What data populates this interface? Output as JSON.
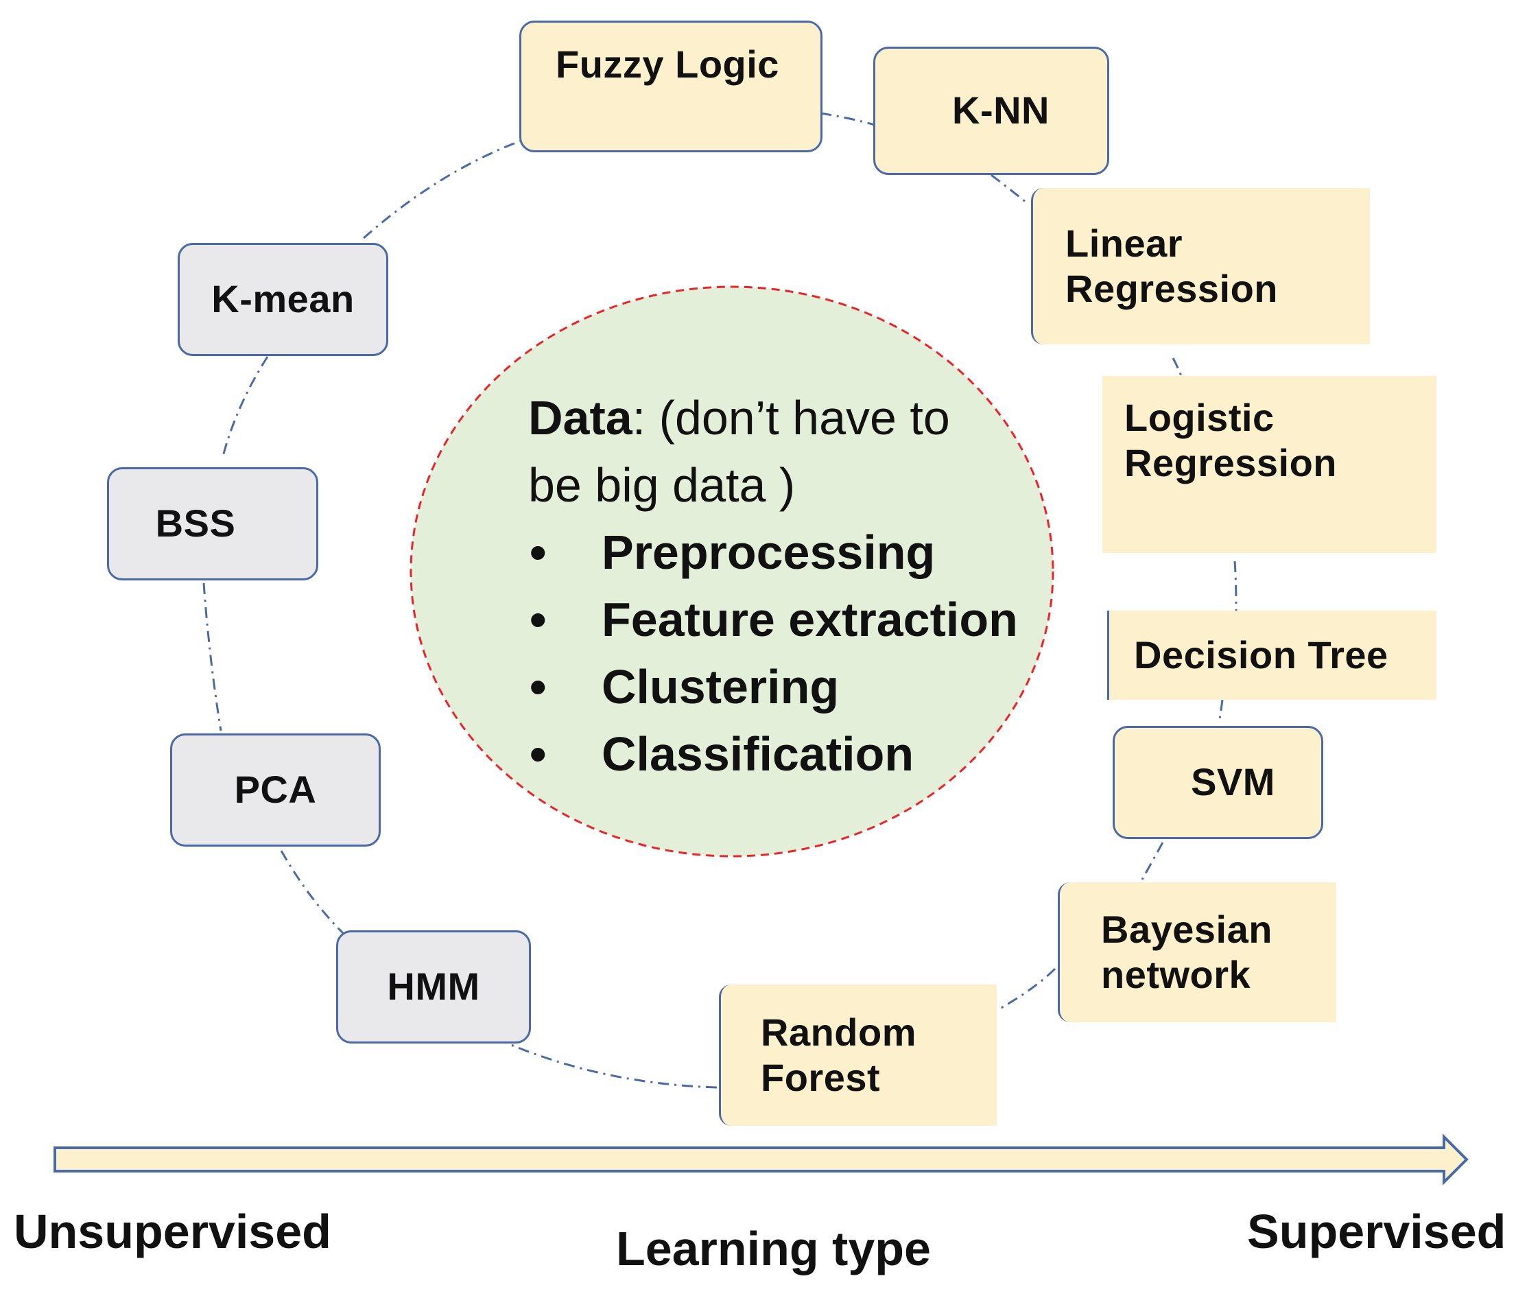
{
  "center": {
    "intro_bold": "Data",
    "intro_rest": ": (don’t have to",
    "intro_line2": "be big data )",
    "bullet_symbol": "•",
    "bullets": [
      "Preprocessing",
      "Feature extraction",
      "Clustering",
      "Classification"
    ]
  },
  "unsupervised_methods": [
    "K-mean",
    "BSS",
    "PCA",
    "HMM"
  ],
  "shared_method": "Fuzzy Logic",
  "supervised_methods": {
    "knn": "K-NN",
    "linear_regression": [
      "Linear",
      "Regression"
    ],
    "logistic_regression": [
      "Logistic",
      "Regression"
    ],
    "decision_tree": "Decision Tree",
    "svm": "SVM",
    "bayesian_network": [
      "Bayesian",
      "network"
    ],
    "random_forest": [
      "Random",
      "Forest"
    ]
  },
  "axis": {
    "left_label": "Unsupervised",
    "center_label": "Learning type",
    "right_label": "Supervised"
  },
  "colors": {
    "unsupervised_box": "#e9e9ec",
    "supervised_box": "#fdf0cc",
    "box_border": "#4a6aa7",
    "center_fill": "#e3efd9",
    "center_border": "#e8262a",
    "connector": "#4a6aa7",
    "arrow_fill": "#fdf0cc"
  }
}
